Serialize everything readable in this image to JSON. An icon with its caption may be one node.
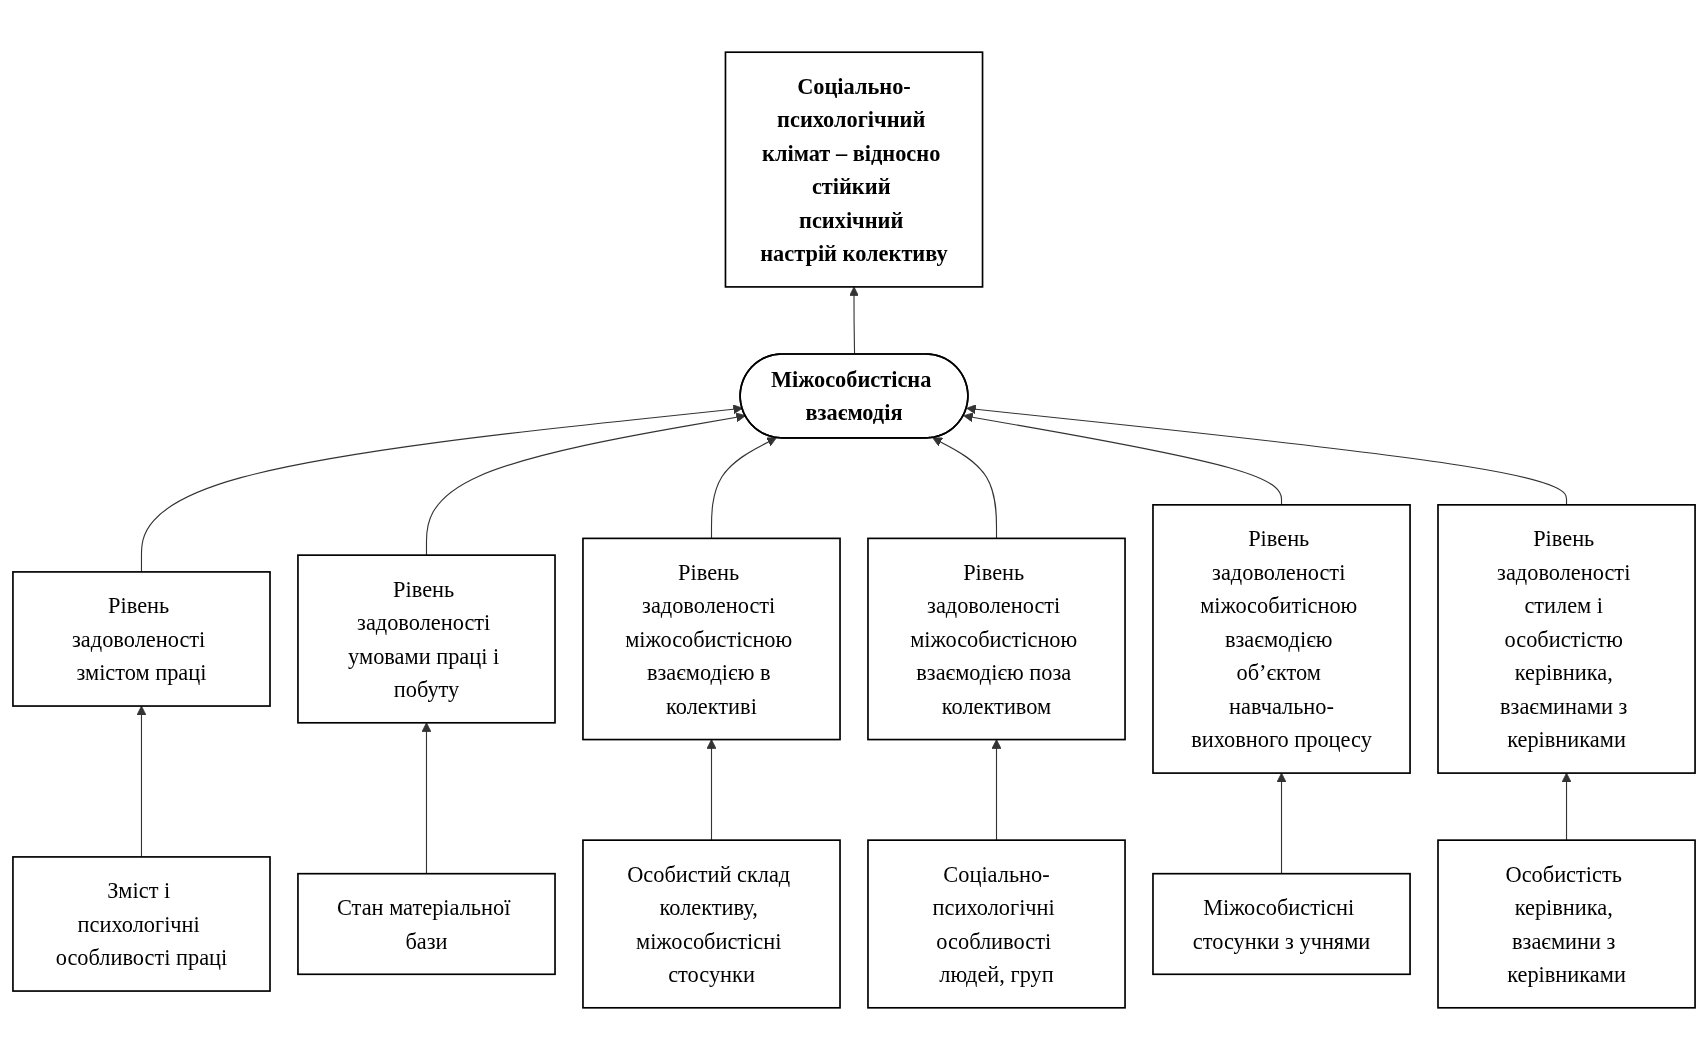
{
  "diagram": {
    "nodes": [
      {
        "text": [
          "Соціально-психологічний клімат – відносно стійкий психічний настрій колективу"
        ]
      },
      {
        "text": [
          "Міжособистісна взаємодія"
        ]
      },
      {
        "text": [
          "Рівень задоволеності змістом праці"
        ]
      },
      {
        "text": [
          "Рівень задоволеності умовами праці і побуту"
        ]
      },
      {
        "text": [
          "Рівень задоволеності міжособистісною взаємодією в колективі"
        ]
      },
      {
        "text": [
          "Рівень задоволеності міжособистісною взаємодією поза колективом"
        ]
      },
      {
        "text": [
          "Рівень задоволеності міжособитісною взаємодією об’єктом навчально-виховного процесу"
        ]
      },
      {
        "text": [
          "Рівень задоволеності стилем і особистістю керівника, взаєминами з керівниками"
        ]
      },
      {
        "text": [
          "Зміст і психологічні особливості праці"
        ]
      },
      {
        "text": [
          "Стан матеріальної бази"
        ]
      },
      {
        "text": [
          "Особистий склад колективу, міжособистісні стосунки"
        ]
      },
      {
        "text": [
          "Соціально-психологічні особливості людей, груп"
        ]
      },
      {
        "text": [
          "Міжособистісні стосунки з учнями"
        ]
      },
      {
        "text": [
          "Особистість керівника, взаємини з керівниками"
        ]
      }
    ],
    "edges": [
      {
        "from": 1,
        "to": 0,
        "arrow": "to"
      },
      {
        "from": 2,
        "to": 1,
        "arrow": "to"
      },
      {
        "from": 3,
        "to": 1,
        "arrow": "to"
      },
      {
        "from": 4,
        "to": 1,
        "arrow": "to"
      },
      {
        "from": 5,
        "to": 1,
        "arrow": "to"
      },
      {
        "from": 6,
        "to": 1,
        "arrow": "to"
      },
      {
        "from": 7,
        "to": 1,
        "arrow": "to"
      },
      {
        "from": 8,
        "to": 2,
        "arrow": "to"
      },
      {
        "from": 9,
        "to": 3,
        "arrow": "to"
      },
      {
        "from": 10,
        "to": 4,
        "arrow": "to"
      },
      {
        "from": 11,
        "to": 5,
        "arrow": "to"
      },
      {
        "from": 12,
        "to": 6,
        "arrow": "to"
      },
      {
        "from": 13,
        "to": 7,
        "arrow": "to"
      }
    ]
  }
}
